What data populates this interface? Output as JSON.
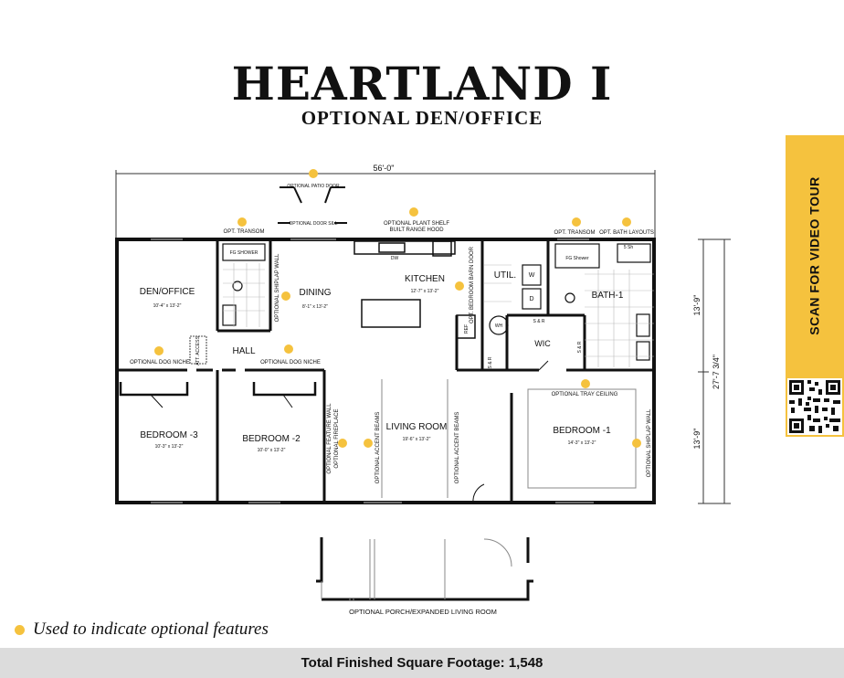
{
  "header": {
    "title": "HEARTLAND I",
    "subtitle": "OPTIONAL DEN/OFFICE"
  },
  "sidebar": {
    "video_tour": "SCAN FOR VIDEO TOUR"
  },
  "plan": {
    "overall_width": "56'-0\"",
    "overall_depth": "27'-7 3/4\"",
    "depth_upper": "13'-9\"",
    "depth_lower": "13'-9\"",
    "rooms": {
      "den_office": "DEN/OFFICE",
      "den_size": "10'-4\" x 13'-2\"",
      "dining": "DINING",
      "dining_size": "8'-1\" x 13'-2\"",
      "kitchen": "KITCHEN",
      "kitchen_size": "12'-7\" x 13'-2\"",
      "util": "UTIL.",
      "bath1": "BATH-1",
      "wic": "WIC",
      "hall": "HALL",
      "bedroom3": "BEDROOM -3",
      "bedroom3_size": "10'-3\" x 13'-2\"",
      "bedroom2": "BEDROOM -2",
      "bedroom2_size": "10'-0\" x 13'-2\"",
      "living": "LIVING ROOM",
      "living_size": "19'-6\" x 13'-2\"",
      "bedroom1": "BEDROOM -1",
      "bedroom1_size": "14'-3\" x 13'-2\""
    },
    "fixtures": {
      "fg_shower_left": "FG SHOWER",
      "fg_shower_right": "FG Shower",
      "five_sh": "5 Sh",
      "dw": "DW",
      "w": "W",
      "d": "D",
      "wh": "WH",
      "ref": "REF",
      "sr1": "S & R",
      "sr2": "S & R",
      "sr3": "S & R",
      "access": "ATT. ACCESS"
    },
    "options": {
      "patio_door": "OPTIONAL PATIO DOOR",
      "door_sill": "OPTIONAL DOOR SILL",
      "transom_left": "OPT. TRANSOM",
      "plant_ledge": "OPTIONAL PLANT SHELF",
      "range_hood": "BUILT RANGE HOOD",
      "transom_right": "OPT. TRANSOM",
      "bath_layouts": "OPT. BATH LAYOUTS",
      "shiplap_bath": "OPTIONAL SHIPLAP WALL",
      "barn_door": "OPT. BEDROOM BARN DOOR",
      "dog_niche_den": "OPTIONAL DOG NICHE",
      "dog_niche_hall": "OPTIONAL DOG NICHE",
      "tray_ceiling": "OPTIONAL TRAY CEILING",
      "feature_wall": "OPTIONAL FEATURE WALL",
      "fireplace": "OPTIONAL FIREPLACE",
      "accent_beams_left": "OPTIONAL ACCENT BEAMS",
      "accent_beams_right": "OPTIONAL ACCENT BEAMS",
      "shiplap_bed1": "OPTIONAL SHIPLAP WALL",
      "porch": "OPTIONAL PORCH/EXPANDED LIVING ROOM"
    }
  },
  "legend": {
    "text": "Used to indicate optional features"
  },
  "footer": {
    "text": "Total Finished Square Footage: 1,548"
  },
  "colors": {
    "accent": "#f5c23e",
    "footer_bg": "#dcdcdc",
    "ink": "#111111"
  }
}
